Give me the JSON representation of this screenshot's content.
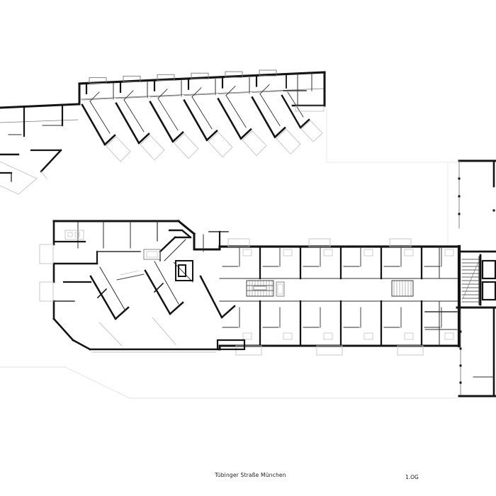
{
  "drawing": {
    "kind": "architectural-floor-plan",
    "caption": "Tübinger Straße München",
    "floor_label": "1.OG",
    "colors": {
      "background": "#ffffff",
      "wall": "#141414",
      "thin": "#2e2e2e",
      "mid": "#7a7a7a",
      "light": "#c2c2c2",
      "faint": "#e2e2e2",
      "label": "#1b1b1b"
    }
  }
}
